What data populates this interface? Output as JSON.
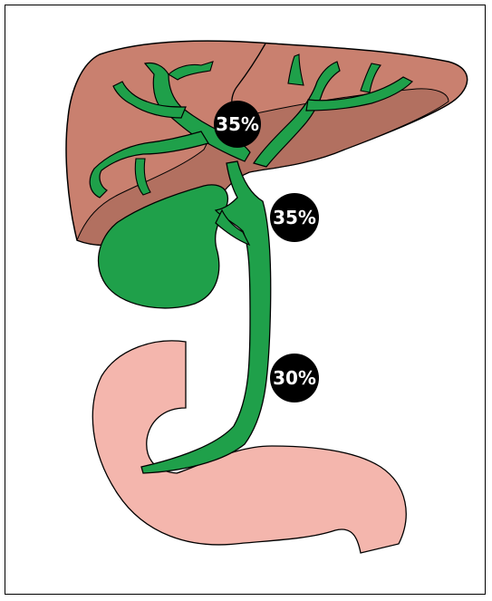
{
  "diagram": {
    "labels": [
      {
        "id": "upper",
        "text": "35%"
      },
      {
        "id": "middle",
        "text": "35%"
      },
      {
        "id": "lower",
        "text": "30%"
      }
    ]
  },
  "colors": {
    "liver": "#c9806f",
    "liver_shadow": "#b27060",
    "bile": "#1fa04a",
    "duodenum": "#f4b6ad",
    "badge": "#000000"
  }
}
